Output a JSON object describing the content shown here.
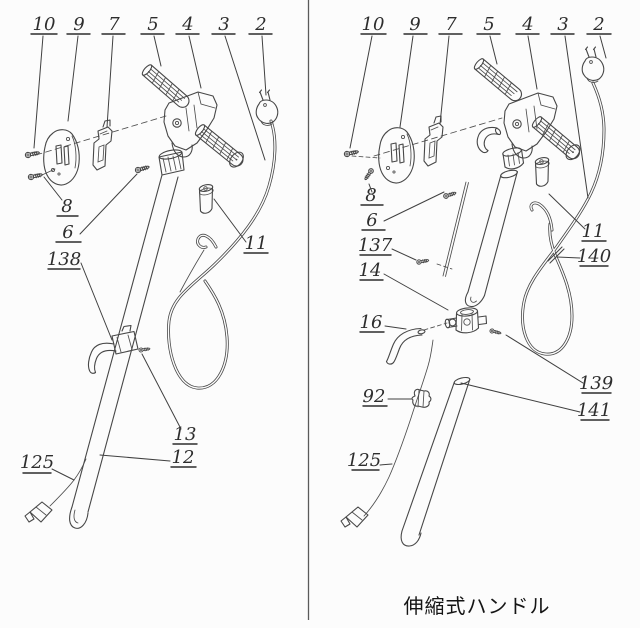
{
  "caption": "伸縮式ハンドル",
  "left": {
    "labels": [
      "10",
      "9",
      "7",
      "5",
      "4",
      "3",
      "2",
      "8",
      "6",
      "138",
      "11",
      "13",
      "12",
      "125"
    ]
  },
  "right": {
    "labels": [
      "10",
      "9",
      "7",
      "5",
      "4",
      "3",
      "2",
      "8",
      "6",
      "137",
      "14",
      "16",
      "11",
      "140",
      "139",
      "92",
      "141",
      "125"
    ]
  }
}
